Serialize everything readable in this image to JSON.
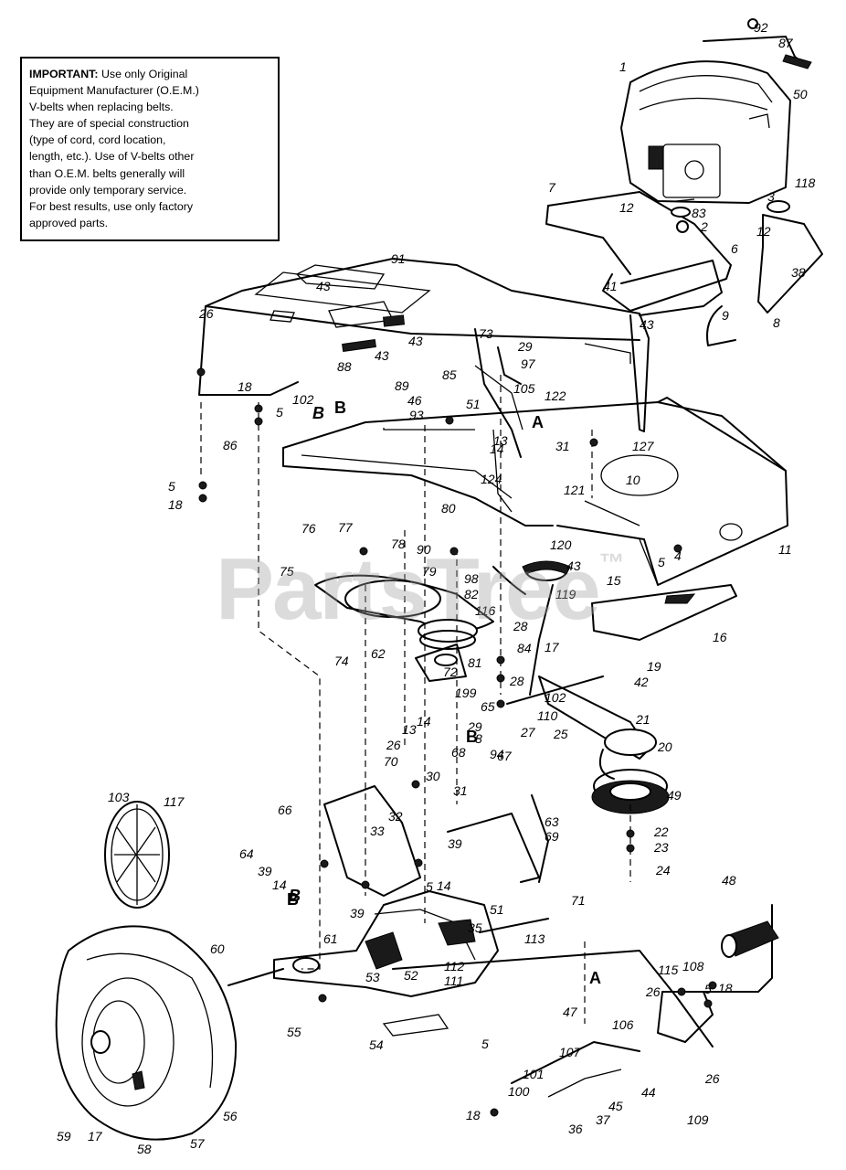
{
  "watermark": {
    "text": "PartsTree",
    "mark": "™"
  },
  "important_note": {
    "heading": "IMPORTANT:",
    "lines": [
      "Use only Original",
      "Equipment Manufacturer (O.E.M.)",
      "V-belts when replacing belts.",
      "They are of special construction",
      "(type of cord, cord location,",
      "length, etc.). Use of V-belts other",
      "than O.E.M. belts generally will",
      "provide only temporary service.",
      "For best results, use only factory",
      "approved parts."
    ]
  },
  "callout_letters": [
    "A",
    "A",
    "A",
    "B",
    "B",
    "B"
  ],
  "part_numbers": [
    "92",
    "87",
    "1",
    "50",
    "118",
    "3",
    "7",
    "12",
    "83",
    "2",
    "12",
    "6",
    "38",
    "41",
    "43",
    "9",
    "8",
    "91",
    "43",
    "26",
    "73",
    "43",
    "29",
    "97",
    "88",
    "43",
    "89",
    "85",
    "105",
    "51",
    "18",
    "5",
    "102",
    "B",
    "46",
    "93",
    "122",
    "A",
    "13",
    "31",
    "86",
    "5",
    "18",
    "14",
    "124",
    "127",
    "10",
    "80",
    "121",
    "77",
    "76",
    "78",
    "90",
    "120",
    "43",
    "4",
    "75",
    "79",
    "98",
    "82",
    "119",
    "15",
    "5",
    "11",
    "116",
    "16",
    "74",
    "62",
    "28",
    "84",
    "17",
    "19",
    "72",
    "81",
    "42",
    "28",
    "199",
    "65",
    "102",
    "110",
    "21",
    "29",
    "27",
    "25",
    "13",
    "14",
    "8",
    "94",
    "20",
    "26",
    "67",
    "70",
    "68",
    "30",
    "31",
    "49",
    "103",
    "117",
    "66",
    "63",
    "32",
    "69",
    "22",
    "33",
    "39",
    "23",
    "64",
    "39",
    "14",
    "5",
    "14",
    "24",
    "B",
    "39",
    "71",
    "51",
    "35",
    "48",
    "60",
    "61",
    "53",
    "113",
    "112",
    "111",
    "52",
    "55",
    "A",
    "54",
    "47",
    "115",
    "108",
    "26",
    "18",
    "5",
    "106",
    "107",
    "101",
    "109",
    "26",
    "100",
    "5",
    "44",
    "18",
    "37",
    "45",
    "59",
    "17",
    "36",
    "58",
    "57",
    "56"
  ]
}
